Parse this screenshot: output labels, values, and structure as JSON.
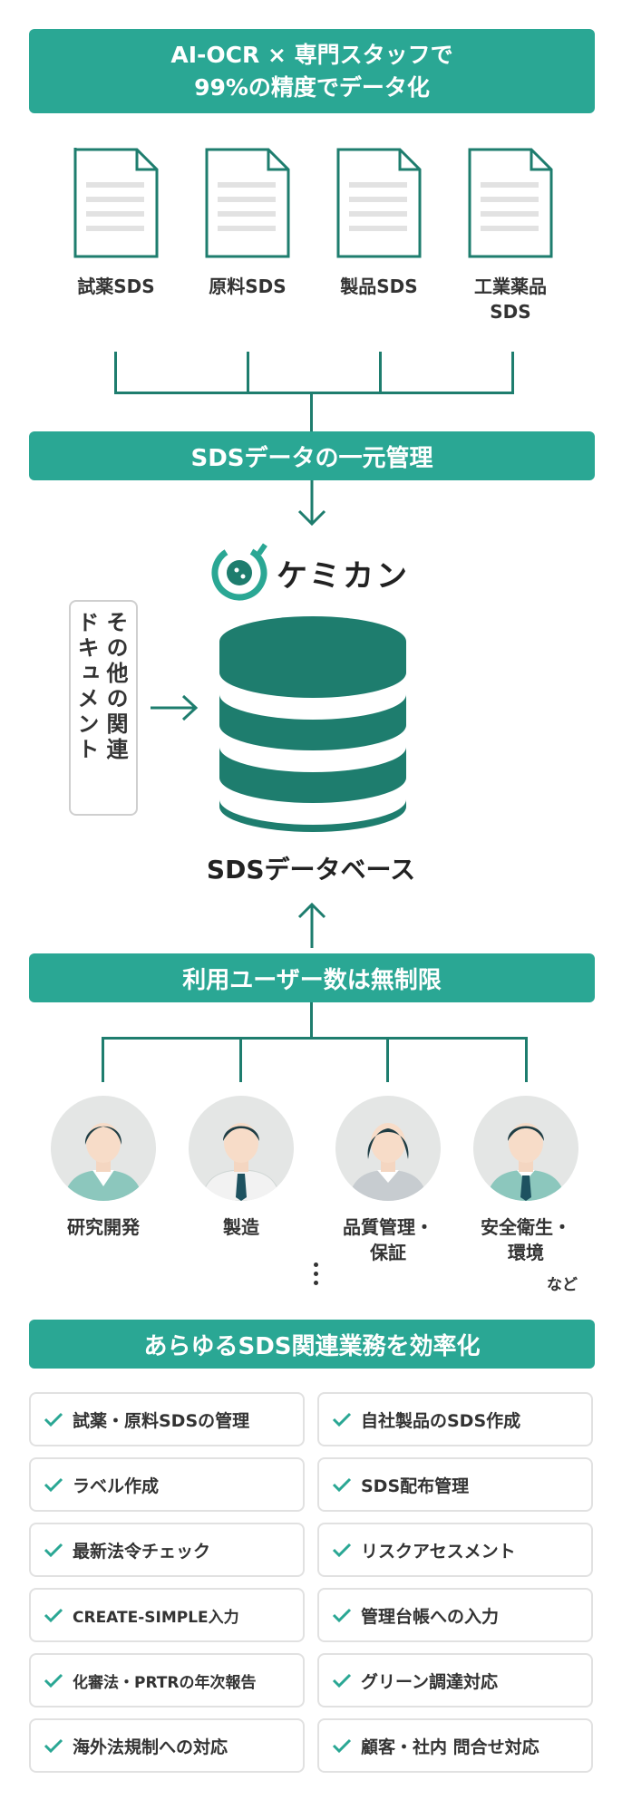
{
  "banner_top": {
    "line1": "AI-OCR × 専門スタッフで",
    "line2": "99%の精度でデータ化"
  },
  "documents": [
    {
      "label": "試薬SDS"
    },
    {
      "label": "原料SDS"
    },
    {
      "label": "製品SDS"
    },
    {
      "label": "工業薬品",
      "label2": "SDS"
    }
  ],
  "banner_central": "SDSデータの一元管理",
  "logo": {
    "name": "ケミカン"
  },
  "other_docs": {
    "col1": "その他の関連",
    "col2": "ドキュメント"
  },
  "database_title": "SDSデータベース",
  "banner_users": "利用ユーザー数は無制限",
  "roles": [
    {
      "label": "研究開発"
    },
    {
      "label": "製造"
    },
    {
      "label": "品質管理・",
      "label2": "保証"
    },
    {
      "label": "安全衛生・",
      "label2": "環境"
    }
  ],
  "etc_label": "など",
  "banner_tasks": "あらゆるSDS関連業務を効率化",
  "tasks": [
    "試薬・原料SDSの管理",
    "自社製品のSDS作成",
    "ラベル作成",
    "SDS配布管理",
    "最新法令チェック",
    "リスクアセスメント",
    "CREATE-SIMPLE入力",
    "管理台帳への入力",
    "化審法・PRTRの年次報告",
    "グリーン調達対応",
    "海外法規制への対応",
    "顧客・社内 問合せ対応"
  ],
  "colors": {
    "accent": "#2aa794",
    "dark_teal": "#1e7d6e",
    "line": "#1e7d6e"
  }
}
